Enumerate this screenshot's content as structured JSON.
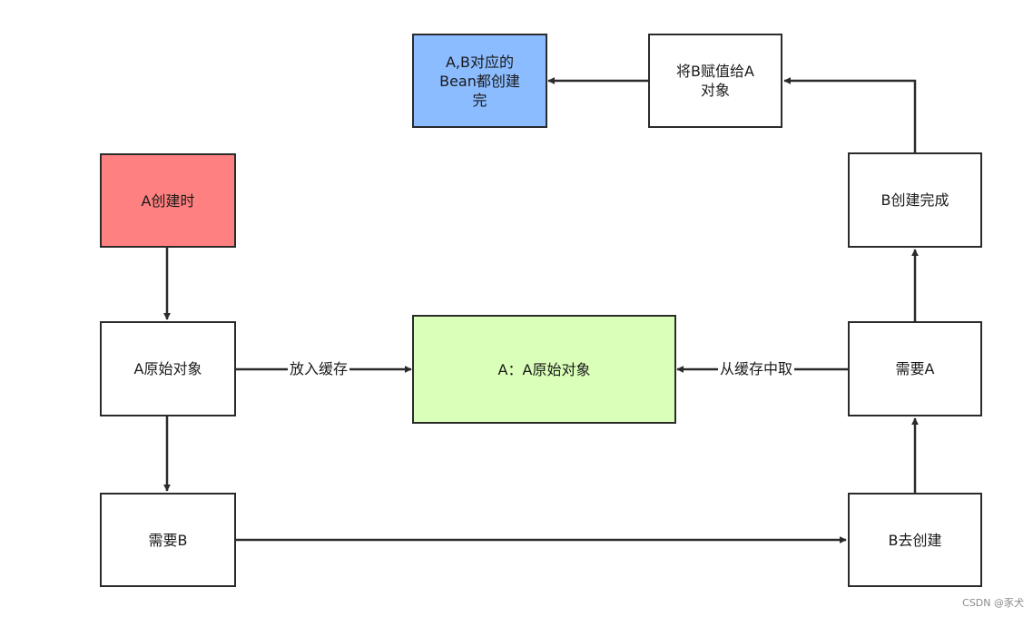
{
  "nodes": {
    "a_created": {
      "label": "A创建时",
      "fill": "#ff8080"
    },
    "a_raw": {
      "label": "A原始对象",
      "fill": "#ffffff"
    },
    "need_b": {
      "label": "需要B",
      "fill": "#ffffff"
    },
    "cache": {
      "label": "A：A原始对象",
      "fill": "#d9ffb8"
    },
    "b_go": {
      "label": "B去创建",
      "fill": "#ffffff"
    },
    "need_a": {
      "label": "需要A",
      "fill": "#ffffff"
    },
    "b_done": {
      "label": "B创建完成",
      "fill": "#ffffff"
    },
    "assign_b": {
      "label": "将B赋值给A\n对象",
      "fill": "#ffffff"
    },
    "all_done": {
      "label": "A,B对应的\nBean都创建\n完",
      "fill": "#8bbcff"
    }
  },
  "edge_labels": {
    "put_cache": "放入缓存",
    "get_cache": "从缓存中取"
  },
  "watermark": "CSDN @豕犬",
  "colors": {
    "stroke": "#2b2b2b"
  }
}
